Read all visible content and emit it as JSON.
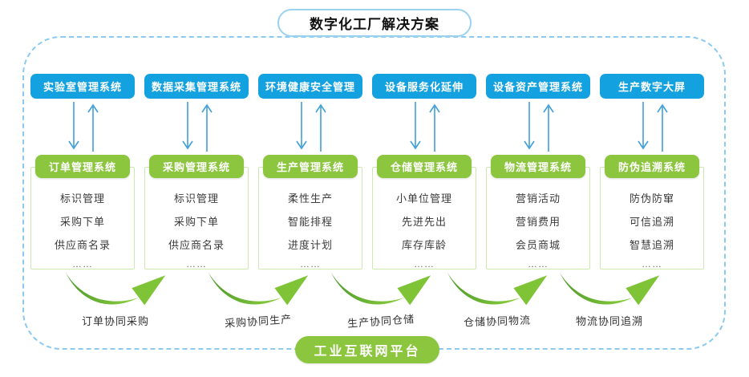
{
  "title": "数字化工厂解决方案",
  "platform_label": "工业互联网平台",
  "columns": [
    {
      "top_system": "实验室管理系统",
      "system": "订单管理系统",
      "items": [
        "标识管理",
        "采购下单",
        "供应商名录",
        "……"
      ]
    },
    {
      "top_system": "数据采集管理系统",
      "system": "采购管理系统",
      "items": [
        "标识管理",
        "采购下单",
        "供应商名录",
        "……"
      ]
    },
    {
      "top_system": "环境健康安全管理",
      "system": "生产管理系统",
      "items": [
        "柔性生产",
        "智能排程",
        "进度计划",
        "……"
      ]
    },
    {
      "top_system": "设备服务化延伸",
      "system": "仓储管理系统",
      "items": [
        "小单位管理",
        "先进先出",
        "库存库龄",
        "……"
      ]
    },
    {
      "top_system": "设备资产管理系统",
      "system": "物流管理系统",
      "items": [
        "营销活动",
        "营销费用",
        "会员商城",
        "……"
      ]
    },
    {
      "top_system": "生产数字大屏",
      "system": "防伪追溯系统",
      "items": [
        "防伪防窜",
        "可信追溯",
        "智慧追溯",
        "……"
      ]
    }
  ],
  "flows": [
    "订单协同采购",
    "采购协同生产",
    "生产协同仓储",
    "仓储协同物流",
    "物流协同追溯"
  ],
  "colors": {
    "blue_box": "#14a1e0",
    "green": "#8cc63f",
    "dashed_border": "#8ccaef",
    "arrow_blue": "#3f9fd9",
    "swoosh_dark": "#4e9a2b",
    "swoosh_light": "#8ed13f"
  }
}
